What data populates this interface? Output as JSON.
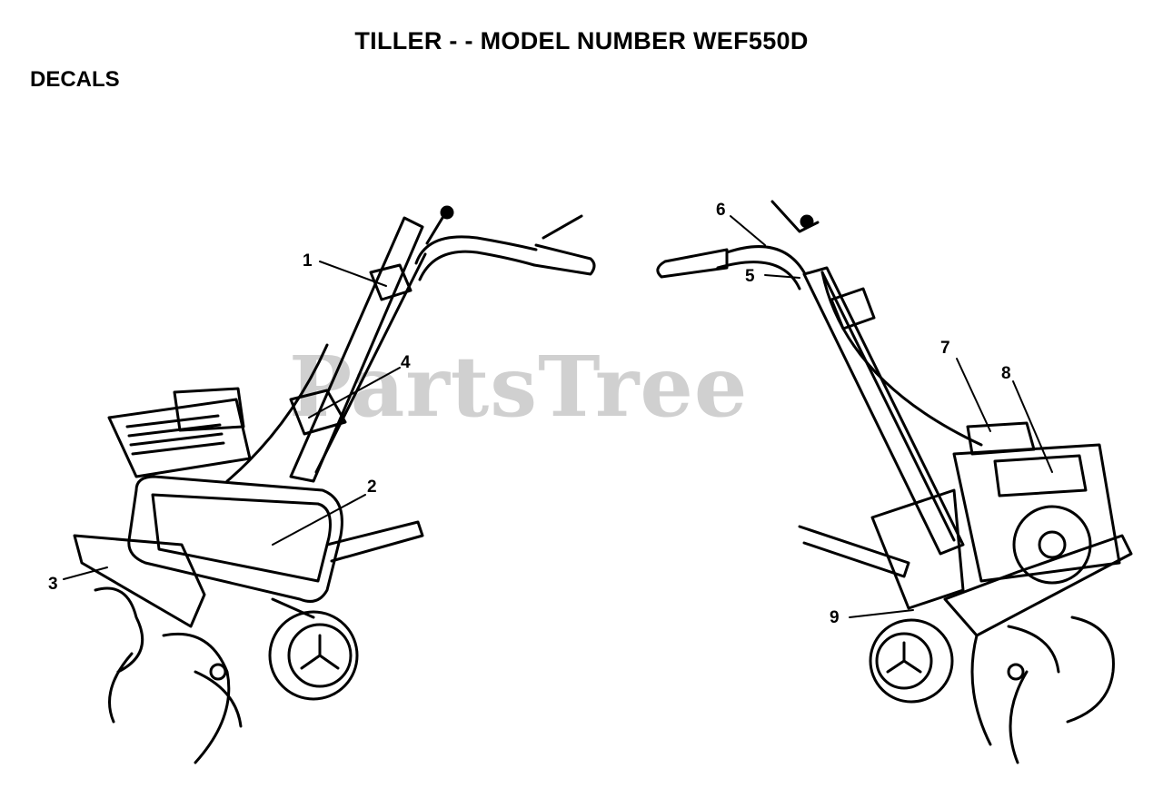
{
  "header": {
    "title": "TILLER - - MODEL NUMBER WEF550D",
    "section": "DECALS"
  },
  "watermark": "PartsTree",
  "callouts": [
    "1",
    "2",
    "3",
    "4",
    "5",
    "6",
    "7",
    "8",
    "9"
  ],
  "colors": {
    "line": "#000000",
    "watermark": "#d0d0d0",
    "background": "#ffffff"
  }
}
